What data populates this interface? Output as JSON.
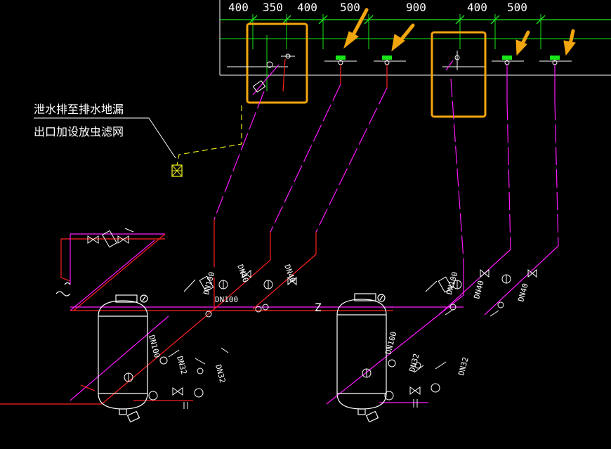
{
  "dimensions": [
    "400",
    "350",
    "400",
    "500",
    "900",
    "400",
    "500"
  ],
  "note": {
    "line1": "泄水排至排水地漏",
    "line2": "出口加设放虫滤网"
  },
  "pipe_labels": {
    "dn100_a": "DN100",
    "dn40_a": "DN40",
    "dn40_b": "DN40",
    "dn100_b": "DN100",
    "dn100_tank1": "DN100",
    "dn32_a": "DN32",
    "dn32_b": "DN32",
    "dn100_c": "DN100",
    "dn40_c": "DN40",
    "dn40_d": "DN40",
    "dn100_tank2": "DN100",
    "dn32_c": "DN32",
    "dn32_d": "DN32"
  },
  "z_label": "Z",
  "colors": {
    "green": "#19e619",
    "white": "#ffffff",
    "magenta": "#ff19ff",
    "red": "#ff2020",
    "yellow": "#e6e619",
    "orange": "#f2a60d"
  }
}
